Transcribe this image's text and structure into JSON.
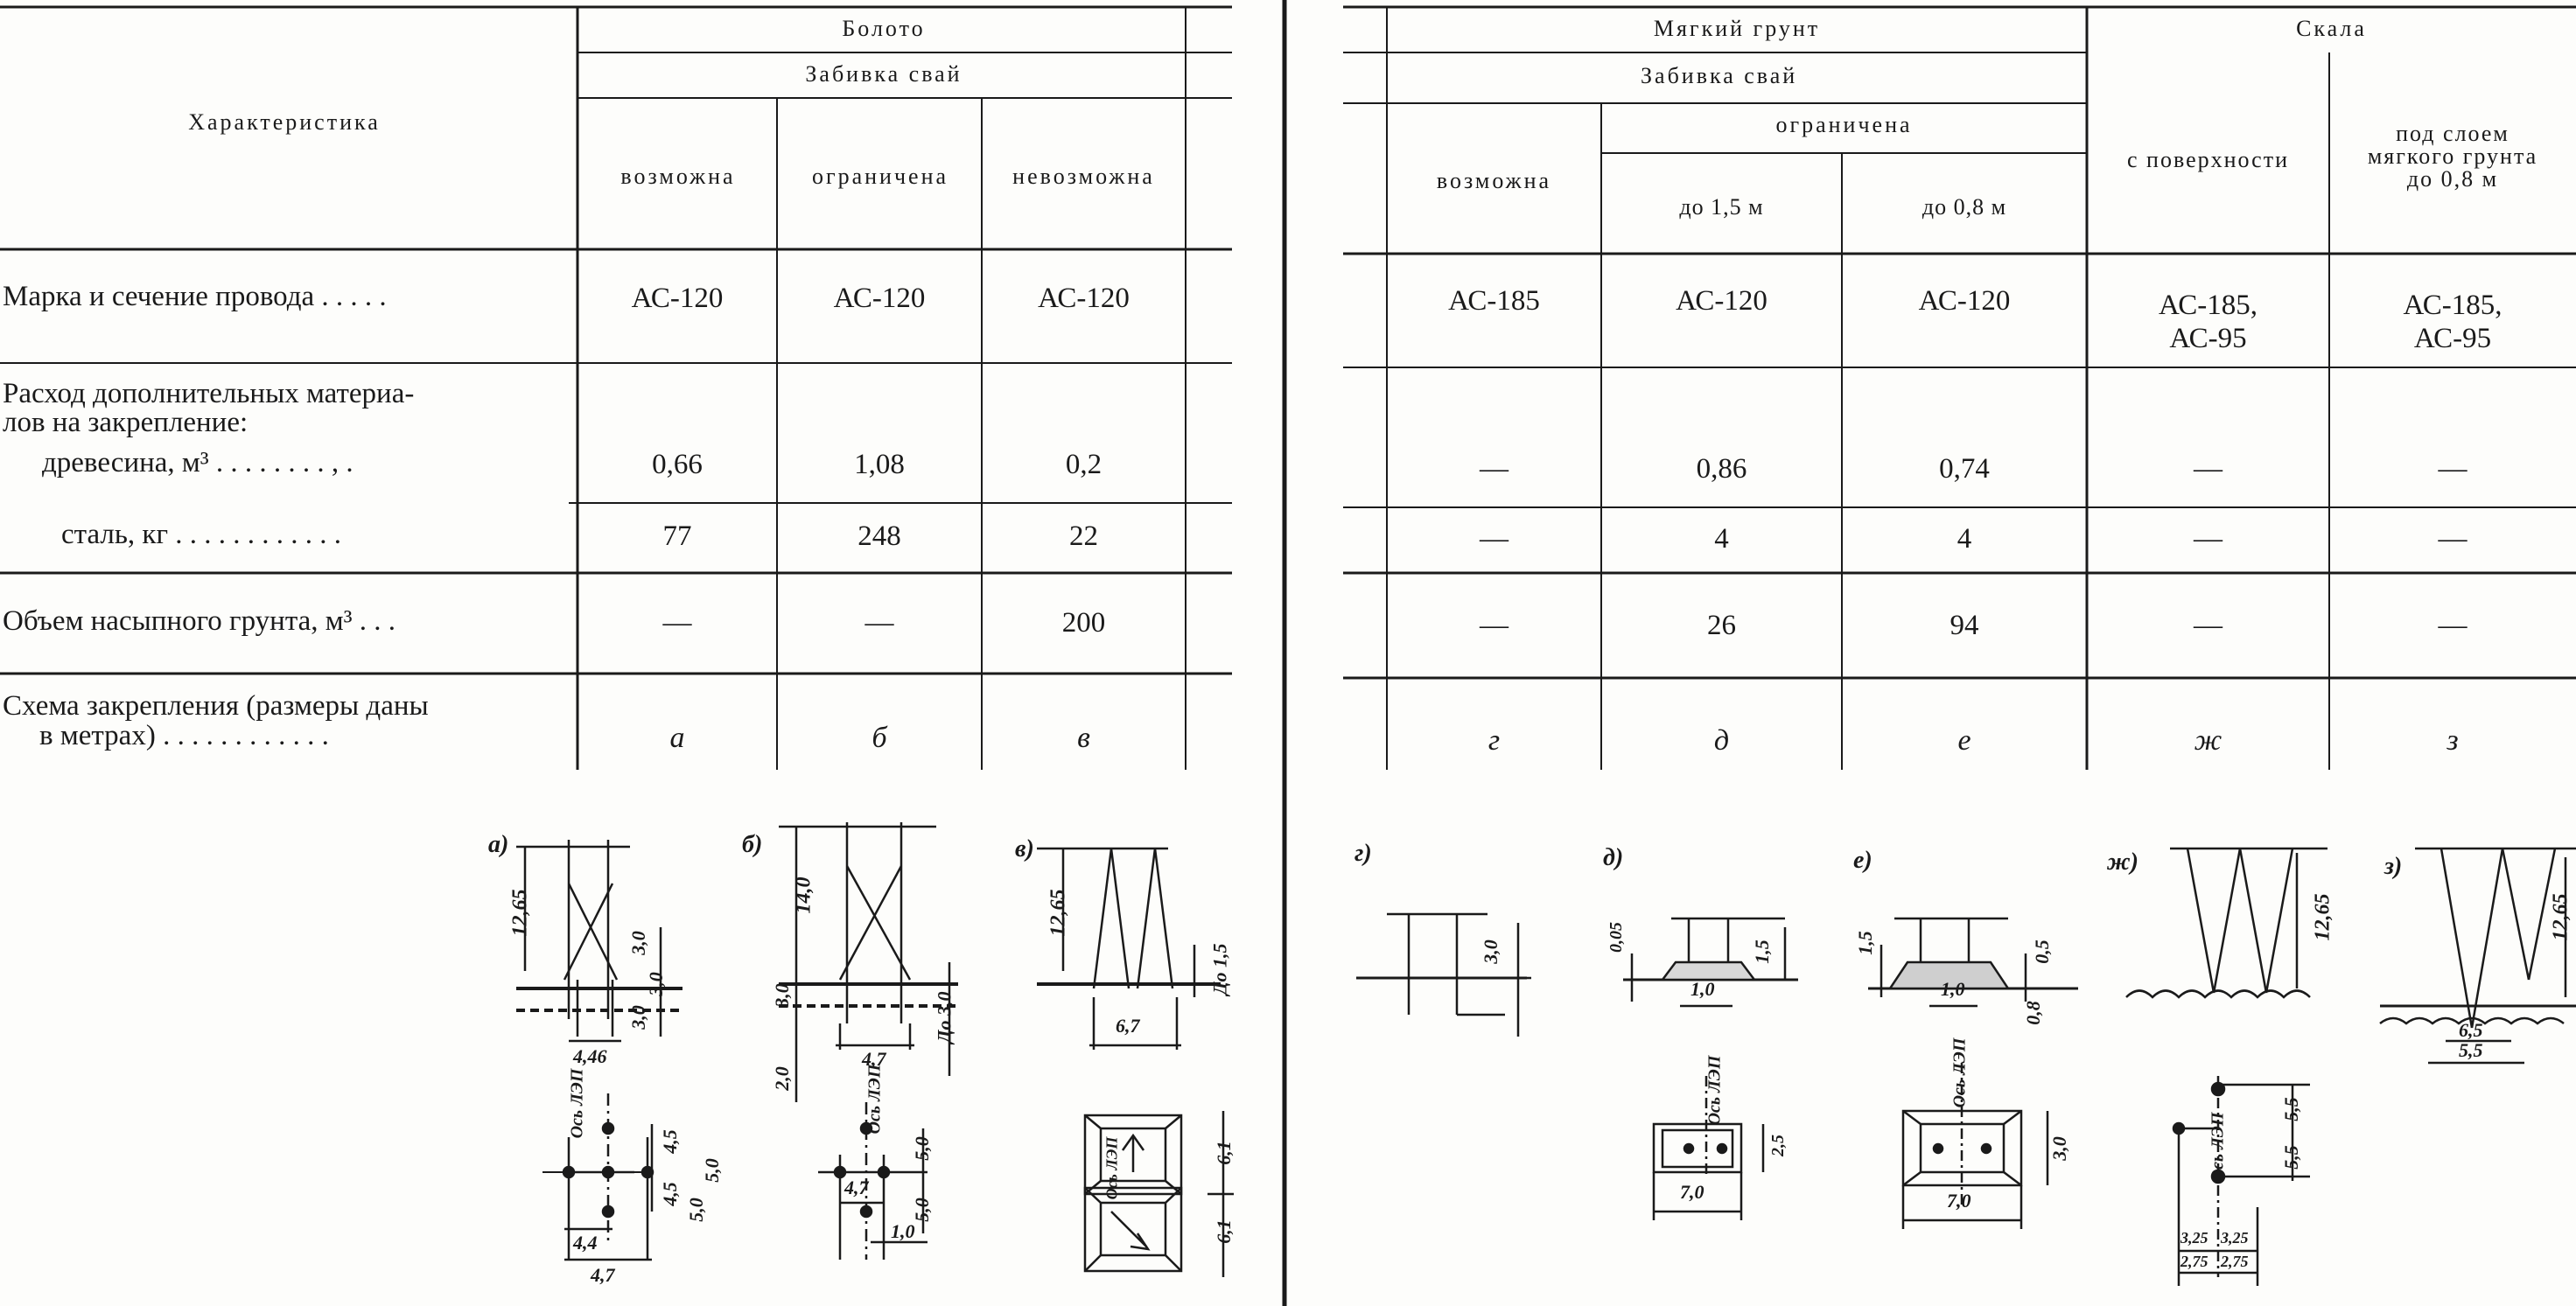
{
  "header": {
    "characteristic": "Характеристика",
    "swamp": "Болото",
    "soft_ground": "Мягкий грунт",
    "rock": "Скала",
    "pile_driving": "Забивка свай",
    "possible": "возможна",
    "limited": "ограничена",
    "impossible": "невозможна",
    "up_to_1_5": "до 1,5 м",
    "up_to_0_8": "до 0,8 м",
    "from_surface": "с поверхности",
    "under_layer_l1": "под слоем",
    "under_layer_l2": "мягкого грунта",
    "under_layer_l3": "до 0,8 м"
  },
  "rows": {
    "wire": {
      "label": "Марка и сечение провода . . . . .",
      "values": [
        "АС-120",
        "АС-120",
        "АС-120",
        "АС-185",
        "АС-120",
        "АС-120",
        "АС-185,",
        "АС-185,"
      ],
      "values_l2": [
        "",
        "",
        "",
        "",
        "",
        "",
        "АС-95",
        "АС-95"
      ]
    },
    "materials": {
      "label_l1": "Расход  дополнительных  материа-",
      "label_l2": "лов на закрепление:",
      "wood_label": "древесина, м³ . . . . . . . . , .",
      "wood_values": [
        "0,66",
        "1,08",
        "0,2",
        "—",
        "0,86",
        "0,74",
        "—",
        "—"
      ],
      "steel_label": "сталь, кг . . . . . . . . . . . .",
      "steel_values": [
        "77",
        "248",
        "22",
        "—",
        "4",
        "4",
        "—",
        "—"
      ]
    },
    "soil": {
      "label": "Объем насыпного грунта, м³ . . .",
      "values": [
        "—",
        "—",
        "200",
        "—",
        "26",
        "94",
        "—",
        "—"
      ]
    },
    "scheme": {
      "label_l1": "Схема закрепления  (размеры даны",
      "label_l2": "в метрах) . . . . . . . . . . . .",
      "values": [
        "а",
        "б",
        "в",
        "г",
        "д",
        "е",
        "ж",
        "з"
      ]
    }
  },
  "figures": {
    "a": {
      "label": "а)",
      "dims": [
        "12,65",
        "3,0",
        "3,0",
        "3,0",
        "4,46",
        "4,5",
        "4,5",
        "5,0",
        "5,0",
        "4,4",
        "4,7"
      ],
      "axis": "Ось ЛЭП"
    },
    "b": {
      "label": "б)",
      "dims": [
        "14,0",
        "3,0",
        "2,0",
        "До 3,0",
        "4,7",
        "4,7",
        "5,0",
        "5,0",
        "1,0"
      ],
      "axis": "Ось ЛЭП"
    },
    "v": {
      "label": "в)",
      "dims": [
        "12,65",
        "До 1,5",
        "6,7",
        "6,1",
        "6,1"
      ],
      "axis": "Ось ЛЭП"
    },
    "g": {
      "label": "г)",
      "dims": [
        "3,0"
      ]
    },
    "d": {
      "label": "д)",
      "dims": [
        "0,05",
        "1,5",
        "1,0",
        "2,5",
        "7,0"
      ],
      "axis": "Ось ЛЭП"
    },
    "e": {
      "label": "е)",
      "dims": [
        "1,5",
        "0,5",
        "1,0",
        "0,8",
        "3,0",
        "7,0"
      ],
      "axis": "Ось ЛЭП"
    },
    "zh": {
      "label": "ж)",
      "dims": [
        "12,65",
        "5,5",
        "5,5",
        "3,25",
        "3,25",
        "2,75",
        "2,75"
      ],
      "axis": "Ось ЛЭП"
    },
    "z": {
      "label": "з)",
      "dims": [
        "12,65",
        "6,5",
        "5,5"
      ]
    }
  },
  "colors": {
    "ink": "#1a1a1a",
    "paper": "#fdfdfb"
  }
}
